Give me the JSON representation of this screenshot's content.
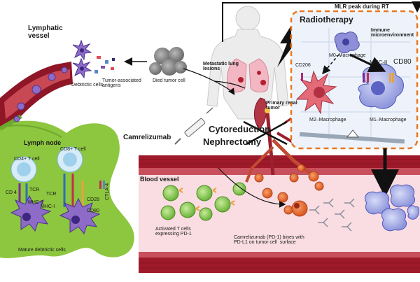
{
  "labels": {
    "lymphatic_vessel": "Lymphatic\nvessel",
    "dendritic_cells": "Debtrictic cells",
    "tumor_antigens": "Tumor-associated\nantigens",
    "died_tumor_cell": "Died tumor cell",
    "metastatic_lesions": "Metastatic lung\nlesions",
    "mlr_peak": "MLR peak during RT",
    "radiotherapy": "Radiotherapy",
    "immune_microenvironment": "Immune\nmicroenvironment",
    "m0_macrophage": "M0–Macrophage",
    "cd206": "CD206",
    "mhc_ii_top": "MHC-II",
    "cd80_top": "CD80",
    "m2_macrophage": "M2–Macrophage",
    "m1_macrophage": "M1–Macrophage",
    "primary_renal_tumor": "Primary renal\ntumor",
    "cytoreduction": "Cytoreduction",
    "nephrectomy": "Nephrectomy",
    "camrelizumab": "Camrelizumab",
    "lymph_node": "Lymph node",
    "cd4_t_cell": "CD4+ T cell",
    "cd8_t_cell": "CD8+ T cell",
    "cd4": "CD 4",
    "tcr_1": "TCR",
    "mhc_ii_node": "MHC II",
    "tcr_2": "TCR",
    "mhc_i_node": "MHC-I",
    "cd28": "CD28",
    "cd80_node": "CD80",
    "ctla4": "CTLA-4",
    "mature_dendritic": "Mature debtrictic cells",
    "blood_vessel": "Blood vessel",
    "activated_t_cells": "Activated T cells\nexpressing PD-1",
    "camrelizumab_binds": "Camrelizumab (PD-1) bines with\nPD-L1 on tumor cell  surface"
  },
  "colors": {
    "lymph_green": "#8dc63f",
    "vessel_red": "#a01c2c",
    "vessel_pink": "#f7d7dd",
    "radiotherapy_box": "#e87722",
    "macrophage_blue": "#7d86d6",
    "macrophage_m2": "#e06b78",
    "tumor_orange": "#e8733d",
    "t_cell_green": "#7cc242"
  }
}
